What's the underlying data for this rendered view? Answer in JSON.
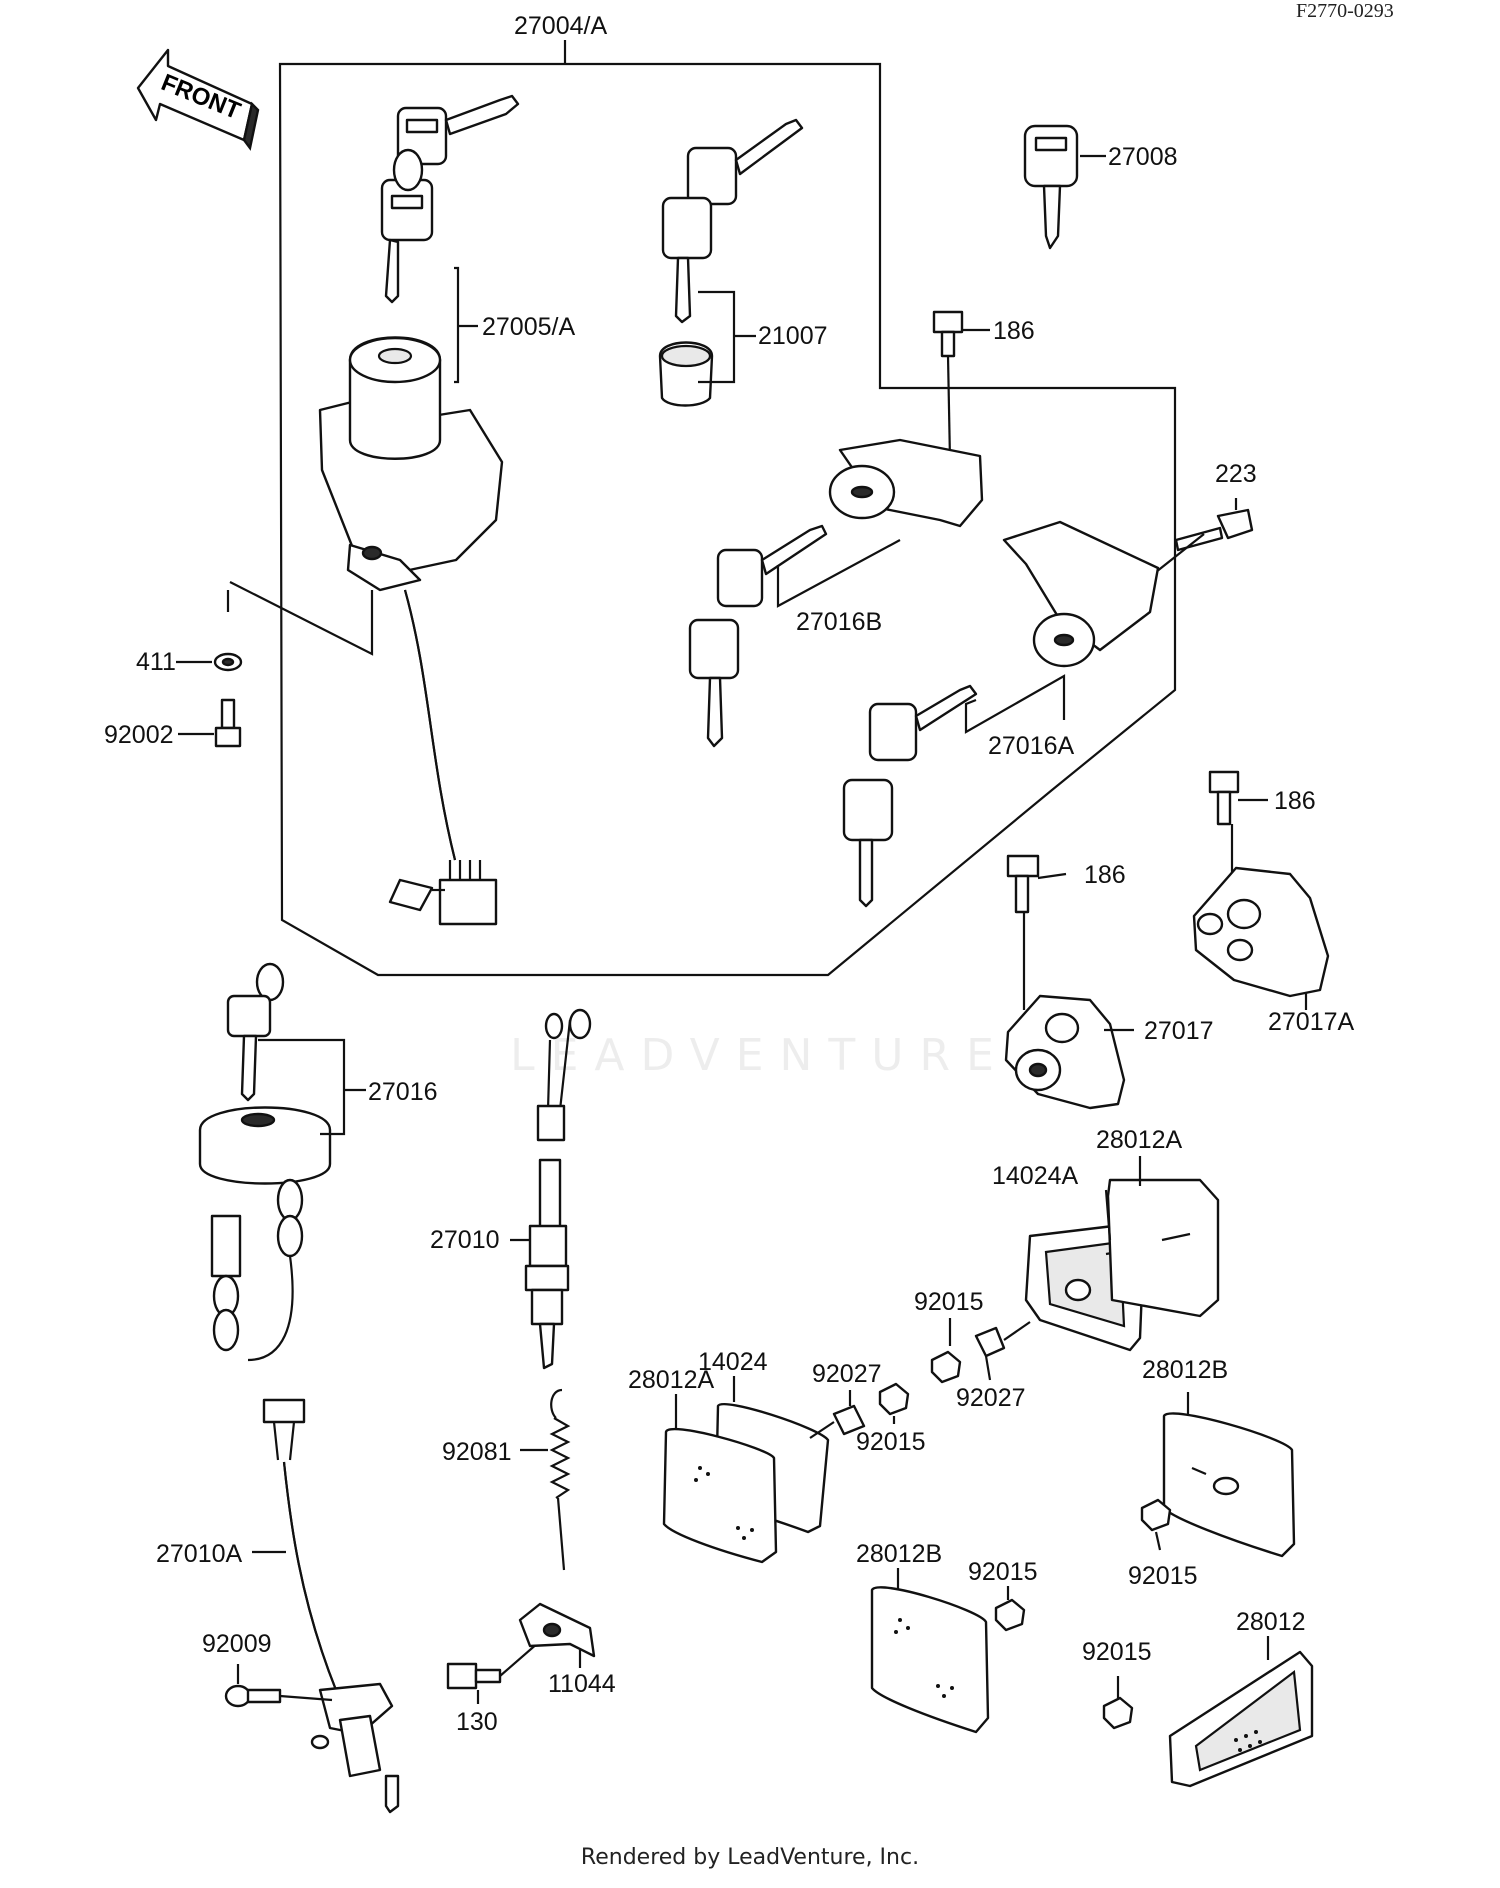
{
  "diagram_code": "F2770-0293",
  "front_label": "FRONT",
  "watermark": "LEADVENTURE",
  "footer": "Rendered by LeadVenture, Inc.",
  "callouts": {
    "c27004A": "27004/A",
    "c27008": "27008",
    "c186a": "186",
    "c27005A": "27005/A",
    "c21007": "21007",
    "c223": "223",
    "c27016B": "27016B",
    "c411": "411",
    "c92002": "92002",
    "c27016A": "27016A",
    "c186b": "186",
    "c186c": "186",
    "c27017": "27017",
    "c27017A": "27017A",
    "c27016": "27016",
    "c28012Aa": "28012A",
    "c14024A": "14024A",
    "c27010": "27010",
    "c92015a": "92015",
    "c92027a": "92027",
    "c14024": "14024",
    "c92027b": "92027",
    "c28012Ab": "28012A",
    "c92015b": "92015",
    "c28012Ba": "28012B",
    "c92081": "92081",
    "c27010A": "27010A",
    "c28012Bb": "28012B",
    "c92015c": "92015",
    "c92015d": "92015",
    "c92009": "92009",
    "c28012": "28012",
    "c92015e": "92015",
    "c130": "130",
    "c11044": "11044"
  }
}
